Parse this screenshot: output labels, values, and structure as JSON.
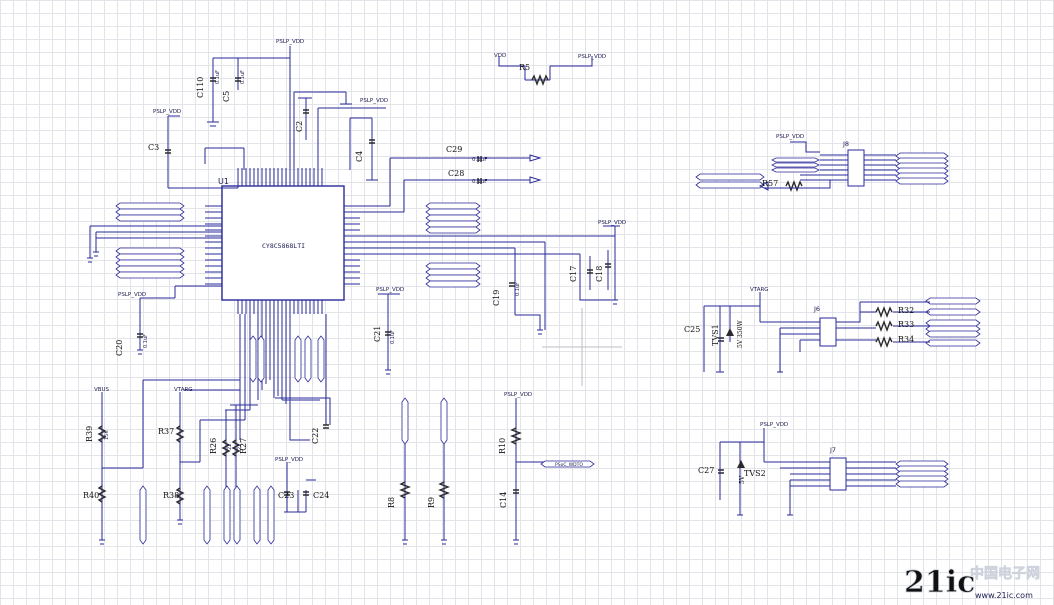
{
  "ic": {
    "ref": "U1",
    "part": "CY8C5868LTI"
  },
  "power": {
    "pslp": "PSLP_VDD",
    "vdd": "VDD",
    "vbus": "VBUS",
    "vtarg": "VTARG"
  },
  "caps": {
    "c110": "C110",
    "c5": "C5",
    "c2": "C2",
    "c3": "C3",
    "c4": "C4",
    "c29": "C29",
    "c28": "C28",
    "c17": "C17",
    "c18": "C18",
    "c19": "C19",
    "c20": "C20",
    "c21": "C21",
    "c22": "C22",
    "c23": "C23",
    "c24": "C24",
    "c14": "C14",
    "c25": "C25",
    "c27": "C27",
    "c_value": "0.1uF"
  },
  "resistors": {
    "r5": "R5",
    "r10": "R10",
    "r8": "R8",
    "r9": "R9",
    "r26": "R26",
    "r27": "R27",
    "r37": "R37",
    "r38": "R38",
    "r39": "R39",
    "r40": "R40",
    "r57": "R57",
    "r32": "R32",
    "r33": "R33",
    "r34": "R34",
    "val_22": "22",
    "val_15k": "15K"
  },
  "diodes": {
    "tvs1": "TVS1",
    "tvs2": "TVS2",
    "tvs1_val": "5V 350W",
    "tvs2_val": "5V"
  },
  "connectors": {
    "j8": "J8",
    "j6": "J6",
    "j7": "J7"
  },
  "nets": {
    "psoc_wdto": "PSoC_WDTO"
  },
  "watermark": {
    "left": "21ic",
    "right": "中国电子网",
    "url": "www.21ic.com"
  }
}
